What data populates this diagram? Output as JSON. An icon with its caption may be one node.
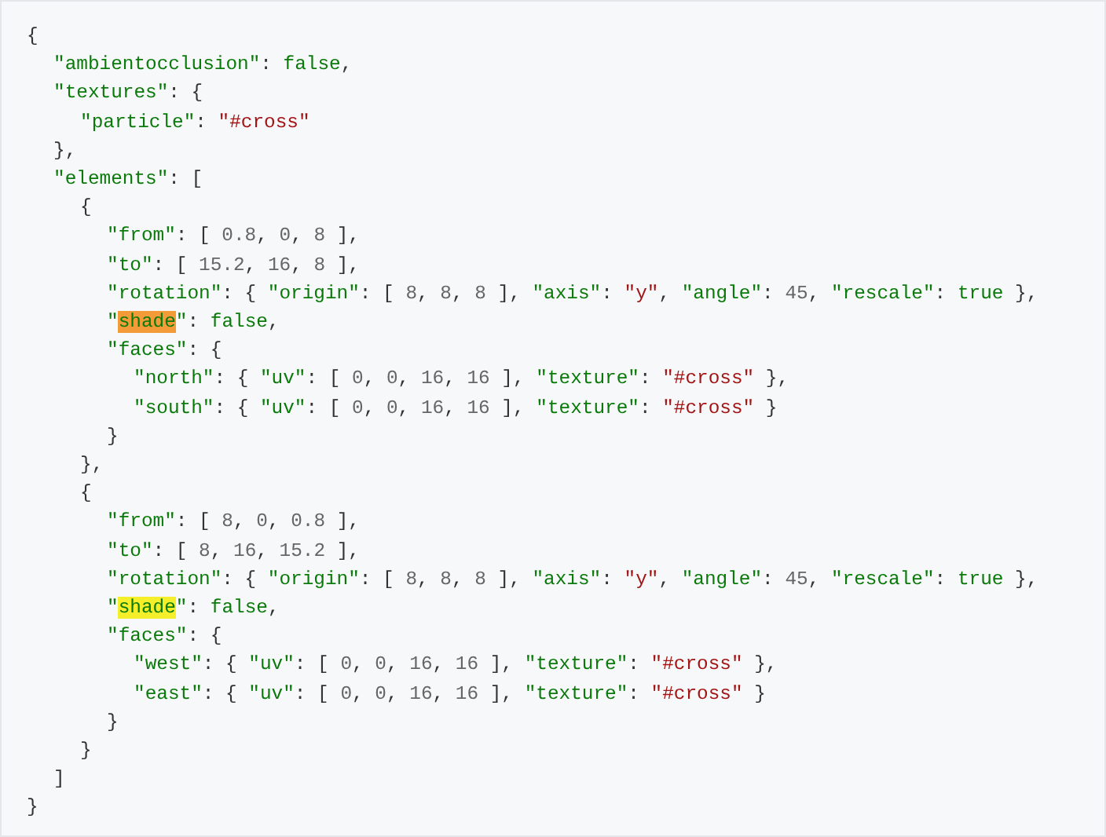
{
  "diagram": {
    "labels": [
      "{",
      "\"ambientocclusion\": false,",
      "\"textures\": {",
      "\"particle\": \"#cross\"",
      "},",
      "\"elements\": [",
      "{",
      "\"from\": [ 0.8, 0, 8 ],",
      "\"to\": [ 15.2, 16, 8 ],",
      "\"rotation\": { \"origin\": [ 8, 8, 8 ], \"axis\": \"y\", \"angle\": 45, \"rescale\": true },",
      "\"shade\": false,",
      "\"faces\": {",
      "\"north\": { \"uv\": [ 0, 0, 16, 16 ], \"texture\": \"#cross\" },",
      "\"south\": { \"uv\": [ 0, 0, 16, 16 ], \"texture\": \"#cross\" }",
      "}",
      "},",
      "{",
      "\"from\": [ 8, 0, 0.8 ],",
      "\"to\": [ 8, 16, 15.2 ],",
      "\"rotation\": { \"origin\": [ 8, 8, 8 ], \"axis\": \"y\", \"angle\": 45, \"rescale\": true },",
      "\"shade\": false,",
      "\"faces\": {",
      "\"west\": { \"uv\": [ 0, 0, 16, 16 ], \"texture\": \"#cross\" },",
      "\"east\": { \"uv\": [ 0, 0, 16, 16 ], \"texture\": \"#cross\" }",
      "}",
      "}",
      "]",
      "}"
    ]
  }
}
